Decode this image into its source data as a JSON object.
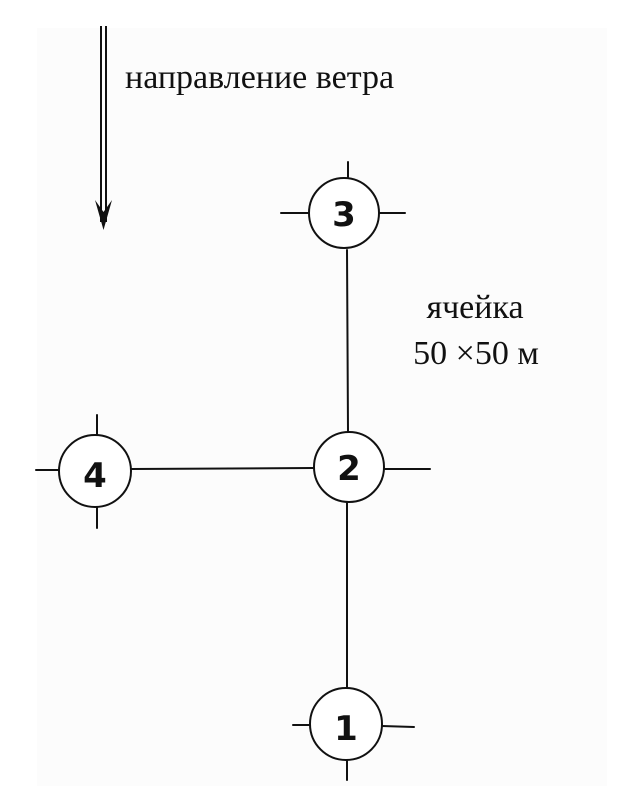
{
  "wind": {
    "label": "направление ветра"
  },
  "cell": {
    "line1": "ячейка",
    "line2": "50 ×50 м"
  },
  "nodes": [
    {
      "id": "1",
      "label": "1"
    },
    {
      "id": "2",
      "label": "2"
    },
    {
      "id": "3",
      "label": "3"
    },
    {
      "id": "4",
      "label": "4"
    }
  ]
}
